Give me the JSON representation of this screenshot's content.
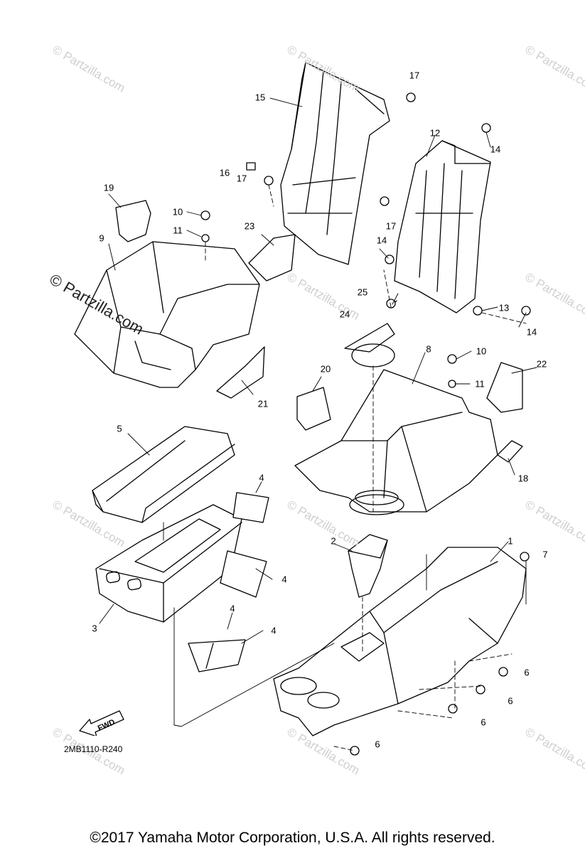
{
  "watermark": {
    "small": "© Partzilla.com",
    "big": "© Partzilla.com"
  },
  "callouts": [
    "1",
    "2",
    "3",
    "4",
    "4",
    "4",
    "4",
    "5",
    "6",
    "6",
    "6",
    "6",
    "7",
    "8",
    "9",
    "10",
    "10",
    "11",
    "11",
    "12",
    "13",
    "14",
    "14",
    "14",
    "15",
    "16",
    "17",
    "17",
    "17",
    "18",
    "19",
    "20",
    "21",
    "22",
    "23",
    "24",
    "25"
  ],
  "fwd_label": "FWD",
  "diagram_code": "2MB1110-R240",
  "copyright": "©2017  Yamaha Motor Corporation, U.S.A. All rights reserved."
}
